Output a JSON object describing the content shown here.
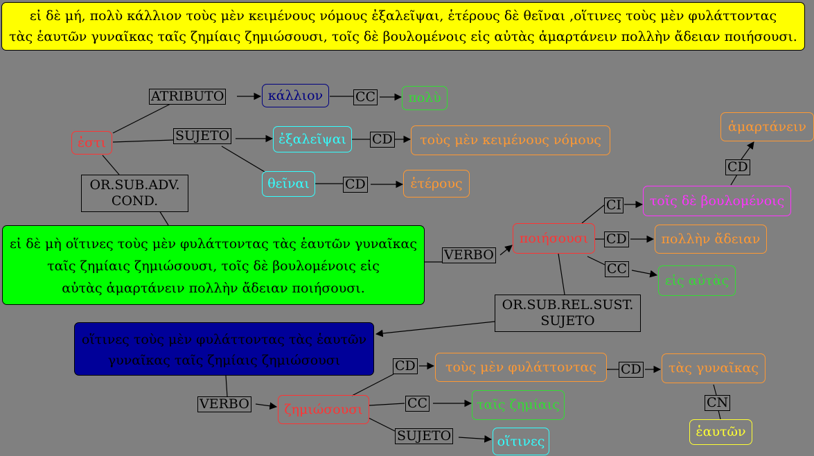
{
  "sentence": {
    "line1": "εἰ δὲ μή, πολὺ κάλλιον  τοὺς μὲν κειμένους νόμους ἐξαλεῖψαι, ἑτέρους δὲ θεῖναι ,οἵτινες τοὺς μὲν φυλάττοντας",
    "line2": "τὰς ἑαυτῶν γυναῖκας ταῖς ζημίαις ζημιώσουσι, τοῖς δὲ βουλομένοις εἰς αὐτὰς ἁμαρτάνειν πολλὴν ἄδειαν ποιήσουσι."
  },
  "nodes": {
    "esti": "ἐστι",
    "kallion": "κάλλιον",
    "poly": "πολὺ",
    "exaleipsai": "ἐξαλεῖψαι",
    "tous_nomous": "τοὺς μὲν κειμένους νόμους",
    "theinai": "θεῖναι",
    "heterous": "ἑτέρους",
    "hamartanein": "ἁμαρτάνειν",
    "tois_boulomenois": "τοῖς δὲ βουλομένοις",
    "poiesousi": "ποιήσουσι",
    "pollen_adeian": "πολλὴν ἄδειαν",
    "eis_autas": "εἰς αὐτὰς",
    "tous_phylattontas": "τοὺς μὲν φυλάττοντας",
    "tas_gynaikas": "τὰς  γυναῖκας",
    "heauton": "ἑαυτῶν",
    "zemiosousi": "ζημιώσουσι",
    "tais_zemiais": "ταῖς ζημίαις",
    "hoitines": "οἵτινες"
  },
  "clauses": {
    "green": {
      "line1": "εἰ δὲ μὴ οἵτινες τοὺς μὲν φυλάττοντας  τὰς ἑαυτῶν γυναῖκας",
      "line2": "ταῖς ζημίαις ζημιώσουσι, τοῖς δὲ βουλομένοις εἰς",
      "line3": "αὐτὰς ἁμαρτάνειν πολλὴν ἄδειαν ποιήσουσι."
    },
    "navy": {
      "line1": "οἵτινες τοὺς μὲν φυλάττοντας  τὰς ἑαυτῶν",
      "line2": "γυναῖκας ταῖς ζημίαις ζημιώσουσι"
    }
  },
  "labels": {
    "atributo": "ATRIBUTO",
    "cc_kallion": "CC",
    "sujeto_esti": "SUJETO",
    "cd_exaleipsai": "CD",
    "cd_theinai": "CD",
    "or_sub_adv_1": "OR.SUB.ADV.",
    "or_sub_adv_2": "COND.",
    "cd_hamartanein": "CD",
    "ci_poiesousi": "CI",
    "cd_poiesousi": "CD",
    "cc_poiesousi": "CC",
    "verbo_green": "VERBO",
    "or_sub_rel_1": "OR.SUB.REL.SUST.",
    "or_sub_rel_2": "SUJETO",
    "cd_zemiosousi": "CD",
    "cd_gynaikas": "CD",
    "cn_heauton": "CN",
    "verbo_navy": "VERBO",
    "cc_zemiosousi": "CC",
    "sujeto_zemiosousi": "SUJETO"
  },
  "colors": {
    "background": "#808080",
    "sentence_box": "#ffff00",
    "clause_green": "#00ff00",
    "clause_navy": "#000099",
    "verb": "#ff3333",
    "infinitive": "#33ffff",
    "object": "#ff9933",
    "circumstantial": "#33dd33",
    "indirect_object": "#ff33ff",
    "attribute": "#000080",
    "genitive": "#ffff33"
  }
}
